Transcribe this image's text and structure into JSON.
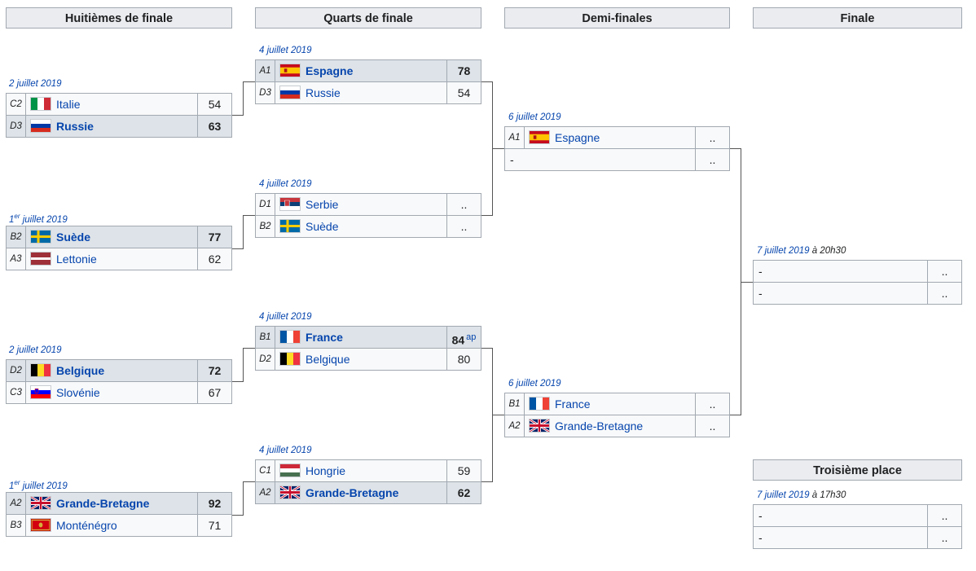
{
  "rounds": {
    "r16": "Huitièmes de finale",
    "qf": "Quarts de finale",
    "sf": "Demi-finales",
    "final": "Finale",
    "third": "Troisième place"
  },
  "matches": {
    "r16_1": {
      "date": "2 juillet 2019",
      "teams": [
        {
          "seed": "C2",
          "name": "Italie",
          "flag": "italy-flag",
          "score": "54",
          "win": false
        },
        {
          "seed": "D3",
          "name": "Russie",
          "flag": "russia-flag",
          "score": "63",
          "win": true
        }
      ]
    },
    "r16_2": {
      "date_day": "1",
      "date_sup": "er",
      "date_rest": " juillet 2019",
      "teams": [
        {
          "seed": "B2",
          "name": "Suède",
          "flag": "sweden-flag",
          "score": "77",
          "win": true
        },
        {
          "seed": "A3",
          "name": "Lettonie",
          "flag": "latvia-flag",
          "score": "62",
          "win": false
        }
      ]
    },
    "r16_3": {
      "date": "2 juillet 2019",
      "teams": [
        {
          "seed": "D2",
          "name": "Belgique",
          "flag": "belgium-flag",
          "score": "72",
          "win": true
        },
        {
          "seed": "C3",
          "name": "Slovénie",
          "flag": "slovenia-flag",
          "score": "67",
          "win": false
        }
      ]
    },
    "r16_4": {
      "date_day": "1",
      "date_sup": "er",
      "date_rest": " juillet 2019",
      "teams": [
        {
          "seed": "A2",
          "name": "Grande-Bretagne",
          "flag": "uk-flag",
          "score": "92",
          "win": true
        },
        {
          "seed": "B3",
          "name": "Monténégro",
          "flag": "montenegro-flag",
          "score": "71",
          "win": false
        }
      ]
    },
    "qf_1": {
      "date": "4 juillet 2019",
      "teams": [
        {
          "seed": "A1",
          "name": "Espagne",
          "flag": "spain-flag",
          "score": "78",
          "win": true
        },
        {
          "seed": "D3",
          "name": "Russie",
          "flag": "russia-flag",
          "score": "54",
          "win": false
        }
      ]
    },
    "qf_2": {
      "date": "4 juillet 2019",
      "teams": [
        {
          "seed": "D1",
          "name": "Serbie",
          "flag": "serbia-flag",
          "score": "..",
          "win": false
        },
        {
          "seed": "B2",
          "name": "Suède",
          "flag": "sweden-flag",
          "score": "..",
          "win": false
        }
      ]
    },
    "qf_3": {
      "date": "4 juillet 2019",
      "teams": [
        {
          "seed": "B1",
          "name": "France",
          "flag": "france-flag",
          "score": "84",
          "score_note": "ap",
          "win": true
        },
        {
          "seed": "D2",
          "name": "Belgique",
          "flag": "belgium-flag",
          "score": "80",
          "win": false
        }
      ]
    },
    "qf_4": {
      "date": "4 juillet 2019",
      "teams": [
        {
          "seed": "C1",
          "name": "Hongrie",
          "flag": "hungary-flag",
          "score": "59",
          "win": false
        },
        {
          "seed": "A2",
          "name": "Grande-Bretagne",
          "flag": "uk-flag",
          "score": "62",
          "win": true
        }
      ]
    },
    "sf_1": {
      "date": "6 juillet 2019",
      "teams": [
        {
          "seed": "A1",
          "name": "Espagne",
          "flag": "spain-flag",
          "score": ".."
        },
        {
          "name": "-",
          "score": ".."
        }
      ]
    },
    "sf_2": {
      "date": "6 juillet 2019",
      "teams": [
        {
          "seed": "B1",
          "name": "France",
          "flag": "france-flag",
          "score": ".."
        },
        {
          "seed": "A2",
          "name": "Grande-Bretagne",
          "flag": "uk-flag",
          "score": ".."
        }
      ]
    },
    "final": {
      "date": "7 juillet 2019",
      "time": " à 20h30",
      "teams": [
        {
          "name": "-",
          "score": ".."
        },
        {
          "name": "-",
          "score": ".."
        }
      ]
    },
    "third": {
      "date": "7 juillet 2019",
      "time": " à 17h30",
      "teams": [
        {
          "name": "-",
          "score": ".."
        },
        {
          "name": "-",
          "score": ".."
        }
      ]
    }
  }
}
